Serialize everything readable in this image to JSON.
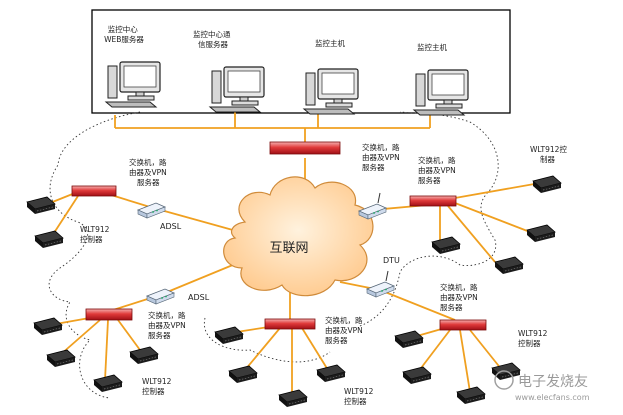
{
  "monitor_center": {
    "nodes": [
      {
        "lines": [
          "监控中心",
          "WEB服务器"
        ]
      },
      {
        "lines": [
          "监控中心通",
          "信服务器"
        ]
      },
      {
        "lines": [
          "监控主机"
        ]
      },
      {
        "lines": [
          "监控主机"
        ]
      }
    ]
  },
  "internet": {
    "label": "互联网"
  },
  "links": {
    "adsl_1": "ADSL",
    "adsl_2": "ADSL",
    "dtu": "DTU"
  },
  "switch_label_lines": [
    "交换机，路",
    "由器及VPN",
    "服务器"
  ],
  "switch_label_lines_top": [
    "交换机，路",
    "由器及VPN",
    "服务器"
  ],
  "controller_groups": [
    {
      "lines": [
        "WLT912",
        "控制器"
      ]
    },
    {
      "lines": [
        "WLT912控",
        "制器"
      ]
    },
    {
      "lines": [
        "WLT912",
        "控制器"
      ]
    },
    {
      "lines": [
        "WLT912",
        "控制器"
      ]
    }
  ],
  "watermark": {
    "text": "电子发烧友",
    "url": "www.elecfans.com"
  },
  "colors": {
    "line": "#f0a020",
    "switch": "#d0202a",
    "cloud": "#ffd7a6",
    "frame": "#000000"
  }
}
